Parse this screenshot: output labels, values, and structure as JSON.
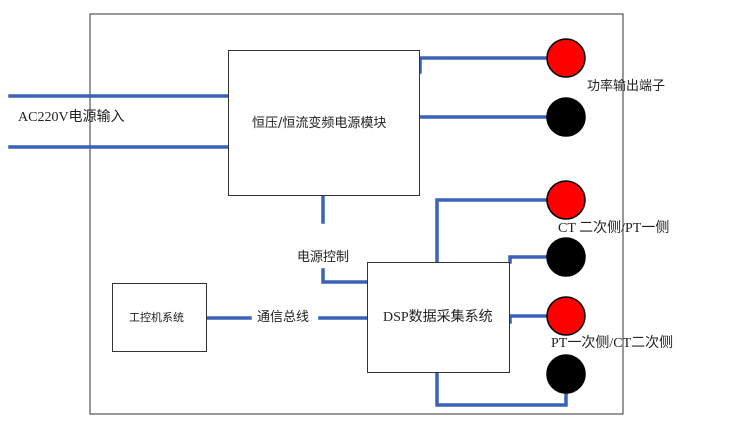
{
  "diagram": {
    "input_label": "AC220V电源输入",
    "power_module": "恒压/恒流变频电源模块",
    "power_control": "电源控制",
    "ipc_system": "工控机系统",
    "comm_bus": "通信总线",
    "dsp_system": "DSP数据采集系统",
    "power_output": "功率输出端子",
    "ct_secondary_pt_primary": "CT 二次侧/PT一侧",
    "pt_primary_ct_secondary": "PT一次侧/CT二次侧"
  },
  "colors": {
    "wire": "#3a62b8",
    "terminal_red": "#ff0000",
    "terminal_black": "#000000",
    "border": "#333333"
  }
}
